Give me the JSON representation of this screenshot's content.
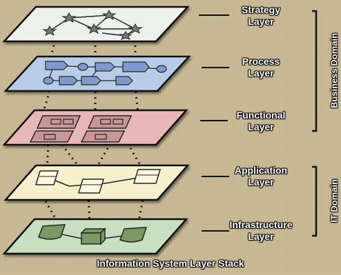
{
  "layers": [
    {
      "label": "Strategy\nLayer",
      "color": "#eef0ee"
    },
    {
      "label": "Process\nLayer",
      "color": "#b8cce8"
    },
    {
      "label": "Functional\nLayer",
      "color": "#e8b8b8"
    },
    {
      "label": "Application\nLayer",
      "color": "#f6f0cc"
    },
    {
      "label": "Infrastructure\nLayer",
      "color": "#c8e0c0"
    }
  ],
  "domains": {
    "business": "Business Domain",
    "it": "IT Domain"
  },
  "caption": "Information System Layer Stack"
}
